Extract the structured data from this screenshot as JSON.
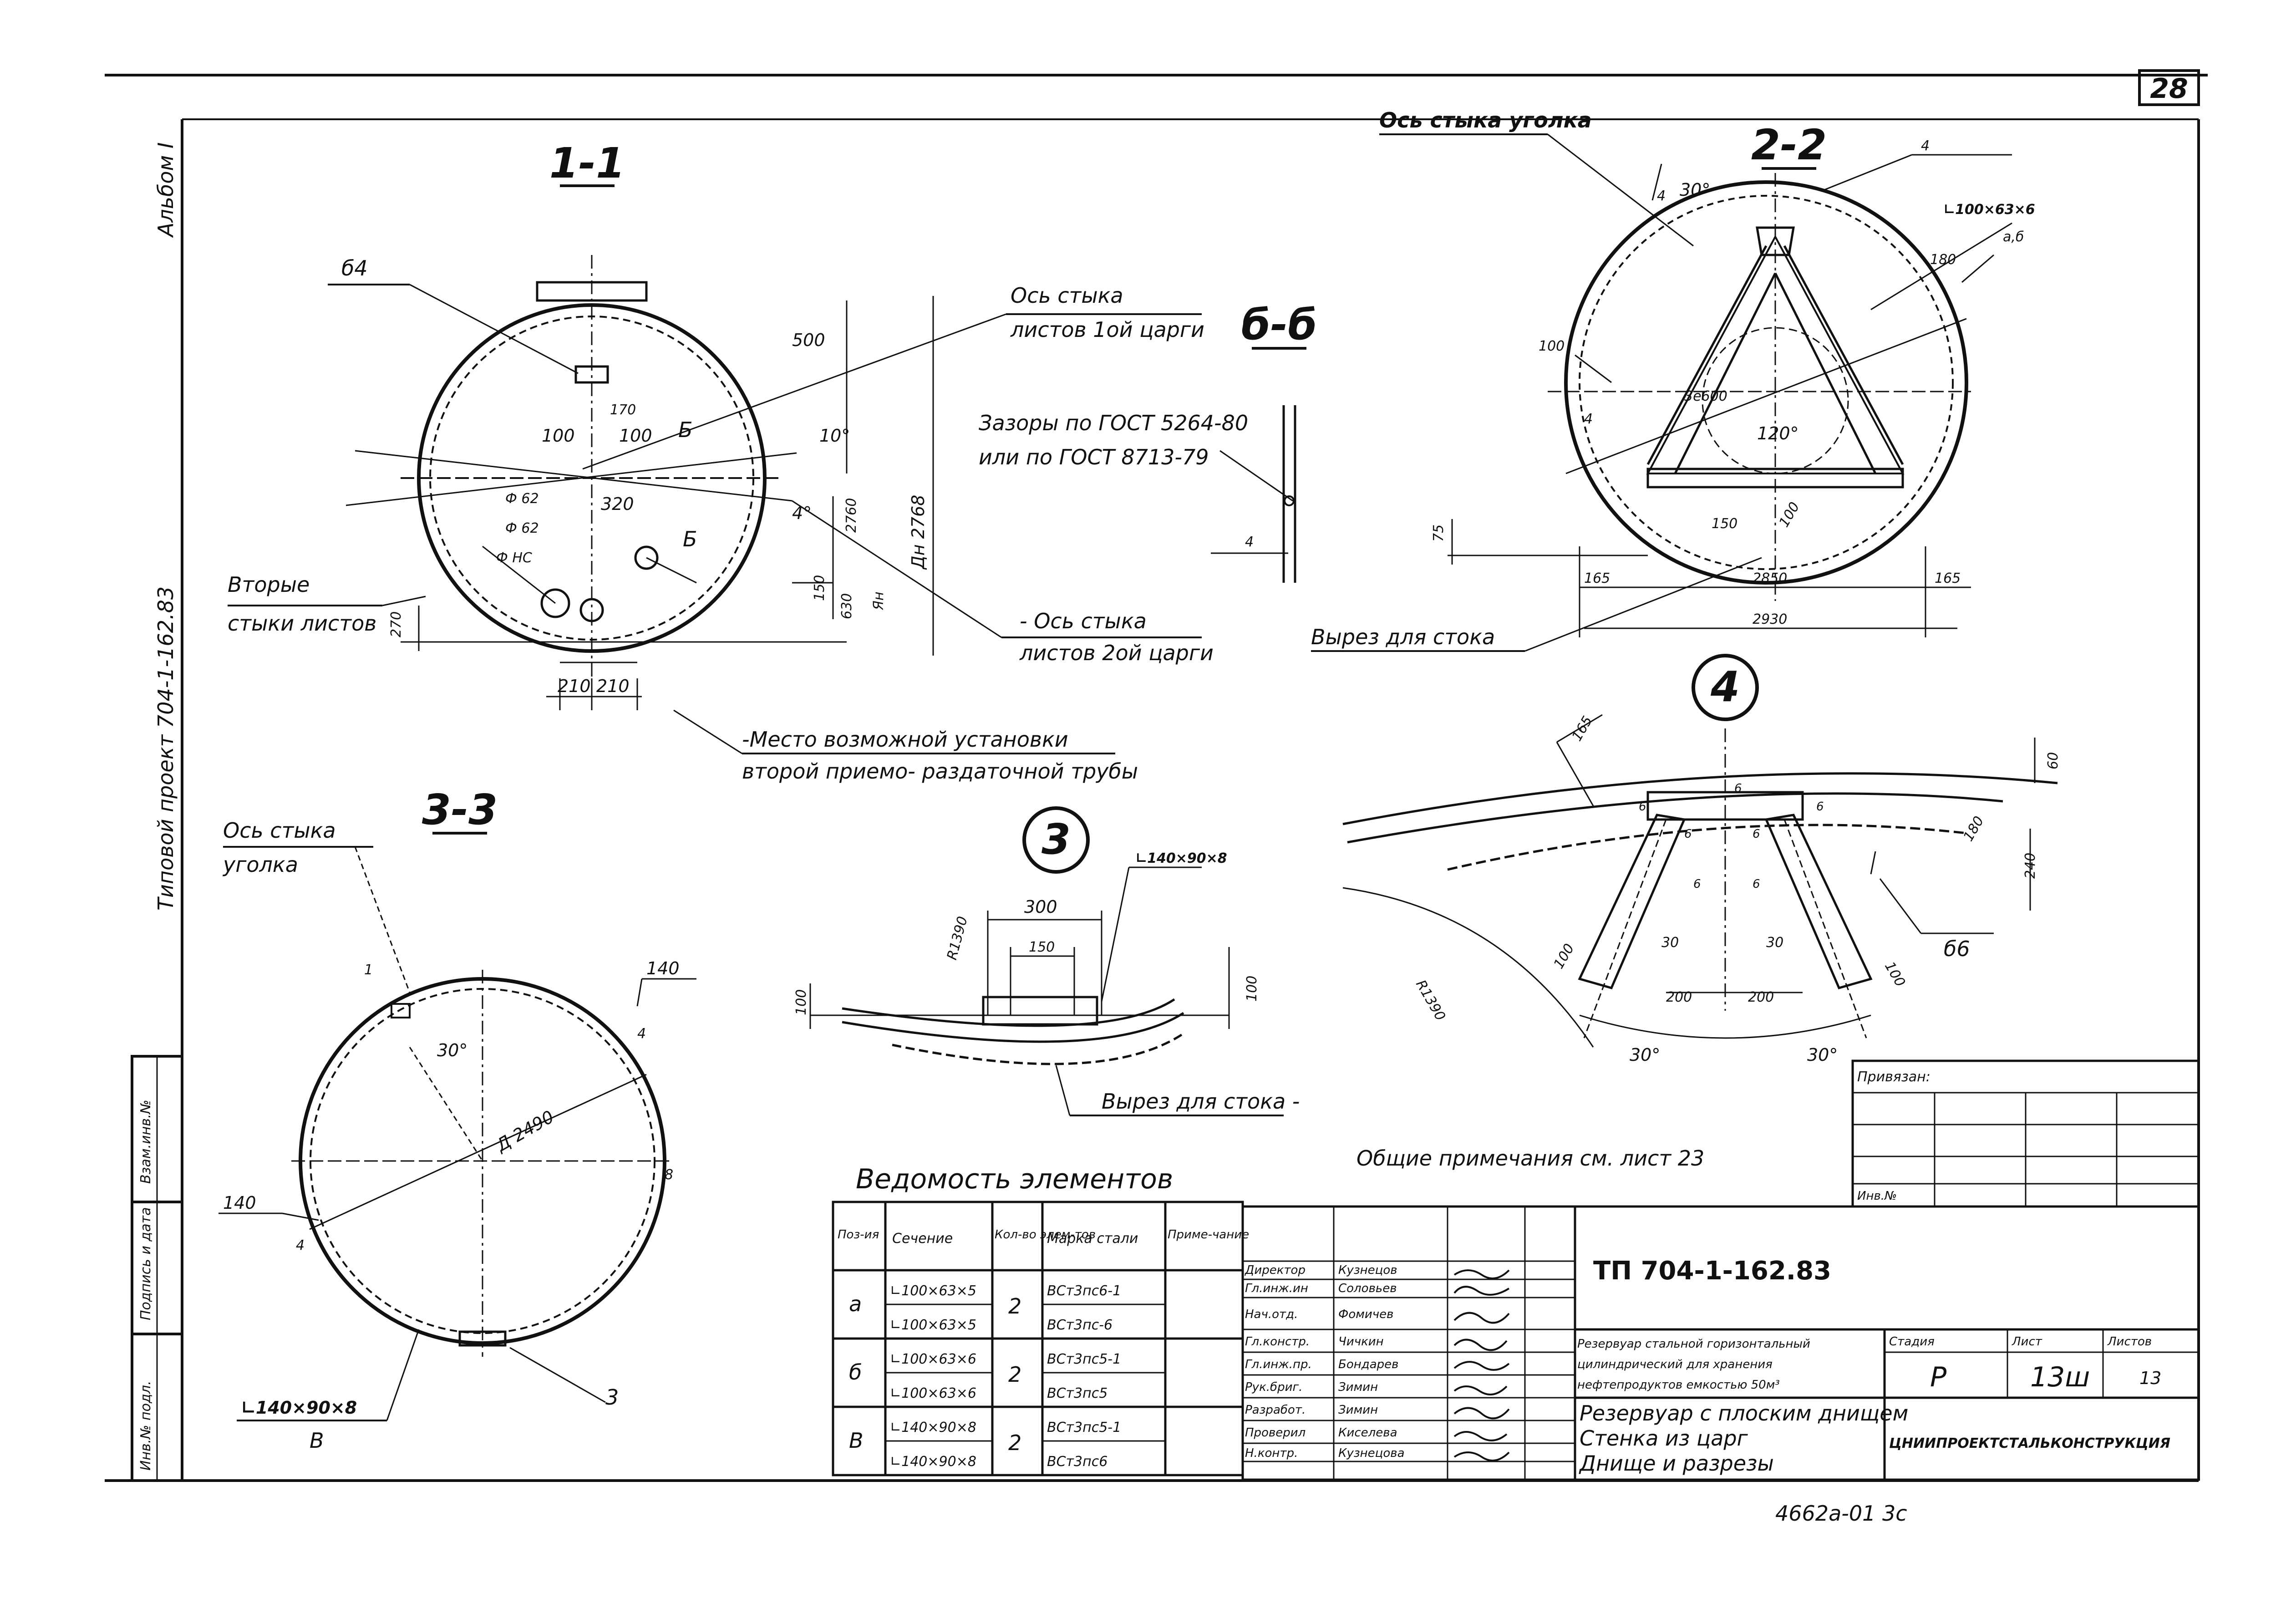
{
  "sheet": {
    "number": "28",
    "project_vertical": "Типовой   проект 704-1-162.83",
    "album_vertical": "Альбом I",
    "bottom_stamp": "4662а-01   3с",
    "general_notes": "Общие  примечания см. лист 23"
  },
  "view_1_1": {
    "title": "1-1",
    "labels": [
      "б4",
      "500",
      "170",
      "100",
      "100",
      "Б",
      "10°",
      "320",
      "4°",
      "Б",
      "Ф 62",
      "Ф 62",
      "Ф НС",
      "150",
      "630",
      "2760",
      "Дн 2768",
      "Ян",
      "270",
      "210",
      "210"
    ],
    "callout_top_1": "Ось стыка",
    "callout_top_2": "листов 1ой царги",
    "callout_left_1": "Вторые",
    "callout_left_2": "стыки листов",
    "callout_bot_1": "- Ось стыка",
    "callout_bot_2": "листов 2ой царги",
    "callout_place_1": "-Место возможной установки",
    "callout_place_2": "второй приемо- раздаточной трубы"
  },
  "view_b_b": {
    "title": "б-б",
    "note_1": "Зазоры по ГОСТ 5264-80",
    "note_2": "или по ГОСТ 8713-79",
    "dim": "4"
  },
  "view_2_2": {
    "title": "2-2",
    "callout_axis": "Ось стыка уголка",
    "labels": [
      "4",
      "30°",
      "4",
      "∟100×63×6",
      "а,б",
      "180",
      "100",
      "4",
      "3е600",
      "120°",
      "150",
      "100",
      "75",
      "165",
      "2850",
      "165",
      "2930"
    ],
    "callout_cut": "Вырез для стока"
  },
  "view_3_3": {
    "title": "3-3",
    "callout_axis_1": "Ось стыка",
    "callout_axis_2": "уголка",
    "labels": [
      "1",
      "140",
      "30°",
      "Д 2490",
      "4",
      "8",
      "140",
      "4",
      "3"
    ],
    "profile": "∟140×90×8",
    "profile_mark": "В"
  },
  "node_3": {
    "label": "3",
    "labels": [
      "R1390",
      "300",
      "150",
      "∟140×90×8",
      "100",
      "100"
    ],
    "callout_cut": "Вырез для стока -"
  },
  "node_4": {
    "label": "4",
    "labels": [
      "165",
      "60",
      "6",
      "6",
      "6",
      "6",
      "6",
      "6",
      "6",
      "240",
      "180",
      "30",
      "30",
      "100",
      "100",
      "200",
      "200",
      "б6",
      "30°",
      "30°",
      "R1390"
    ]
  },
  "elements_table": {
    "title": "Ведомость элементов",
    "headers": [
      "Поз-ия",
      "Сечение",
      "Кол-во элем-тов",
      "Марка стали",
      "Приме-чание"
    ],
    "rows": [
      {
        "pos": "а",
        "sections": [
          "∟100×63×5",
          "∟100×63×5"
        ],
        "qty": "2",
        "steel": [
          "ВСт3пс6-1",
          "ВСт3пс-6"
        ]
      },
      {
        "pos": "б",
        "sections": [
          "∟100×63×6",
          "∟100×63×6"
        ],
        "qty": "2",
        "steel": [
          "ВСт3пс5-1",
          "ВСт3пс5"
        ]
      },
      {
        "pos": "В",
        "sections": [
          "∟140×90×8",
          "∟140×90×8"
        ],
        "qty": "2",
        "steel": [
          "ВСт3пс5-1",
          "ВСт3пс6"
        ]
      }
    ]
  },
  "title_block": {
    "doc_code": "ТП 704-1-162.83",
    "object_desc": [
      "Резервуар стальной горизонтальный",
      "цилиндрический для хранения",
      "нефтепродуктов емкостью 50м³"
    ],
    "sheet_title": [
      "Резервуар с плоским днищем",
      "Стенка из царг",
      "Днище и разрезы"
    ],
    "stage_header": "Стадия",
    "sheet_header": "Лист",
    "sheets_header": "Листов",
    "stage": "Р",
    "sheet": "13ш",
    "sheets": "13",
    "org": "ЦНИИПРОЕКТСТАЛЬКОНСТРУКЦИЯ",
    "signers": [
      {
        "role": "Директор",
        "name": "Кузнецов"
      },
      {
        "role": "Гл.инж.ин",
        "name": "Соловьев"
      },
      {
        "role": "Нач.отд.",
        "name": "Фомичев"
      },
      {
        "role": "Гл.констр.",
        "name": "Чичкин"
      },
      {
        "role": "Гл.инж.пр.",
        "name": "Бондарев"
      },
      {
        "role": "Рук.бриг.",
        "name": "Зимин"
      },
      {
        "role": "Разработ.",
        "name": "Зимин"
      },
      {
        "role": "Проверил",
        "name": "Киселева"
      },
      {
        "role": "Н.контр.",
        "name": "Кузнецова"
      }
    ],
    "approval_header": "Привязан:",
    "inv_label": "Инв.№"
  },
  "side_stamp": {
    "cells": [
      "Взам.инв.№",
      "Подпись и дата",
      "Инв.№ подл."
    ]
  }
}
